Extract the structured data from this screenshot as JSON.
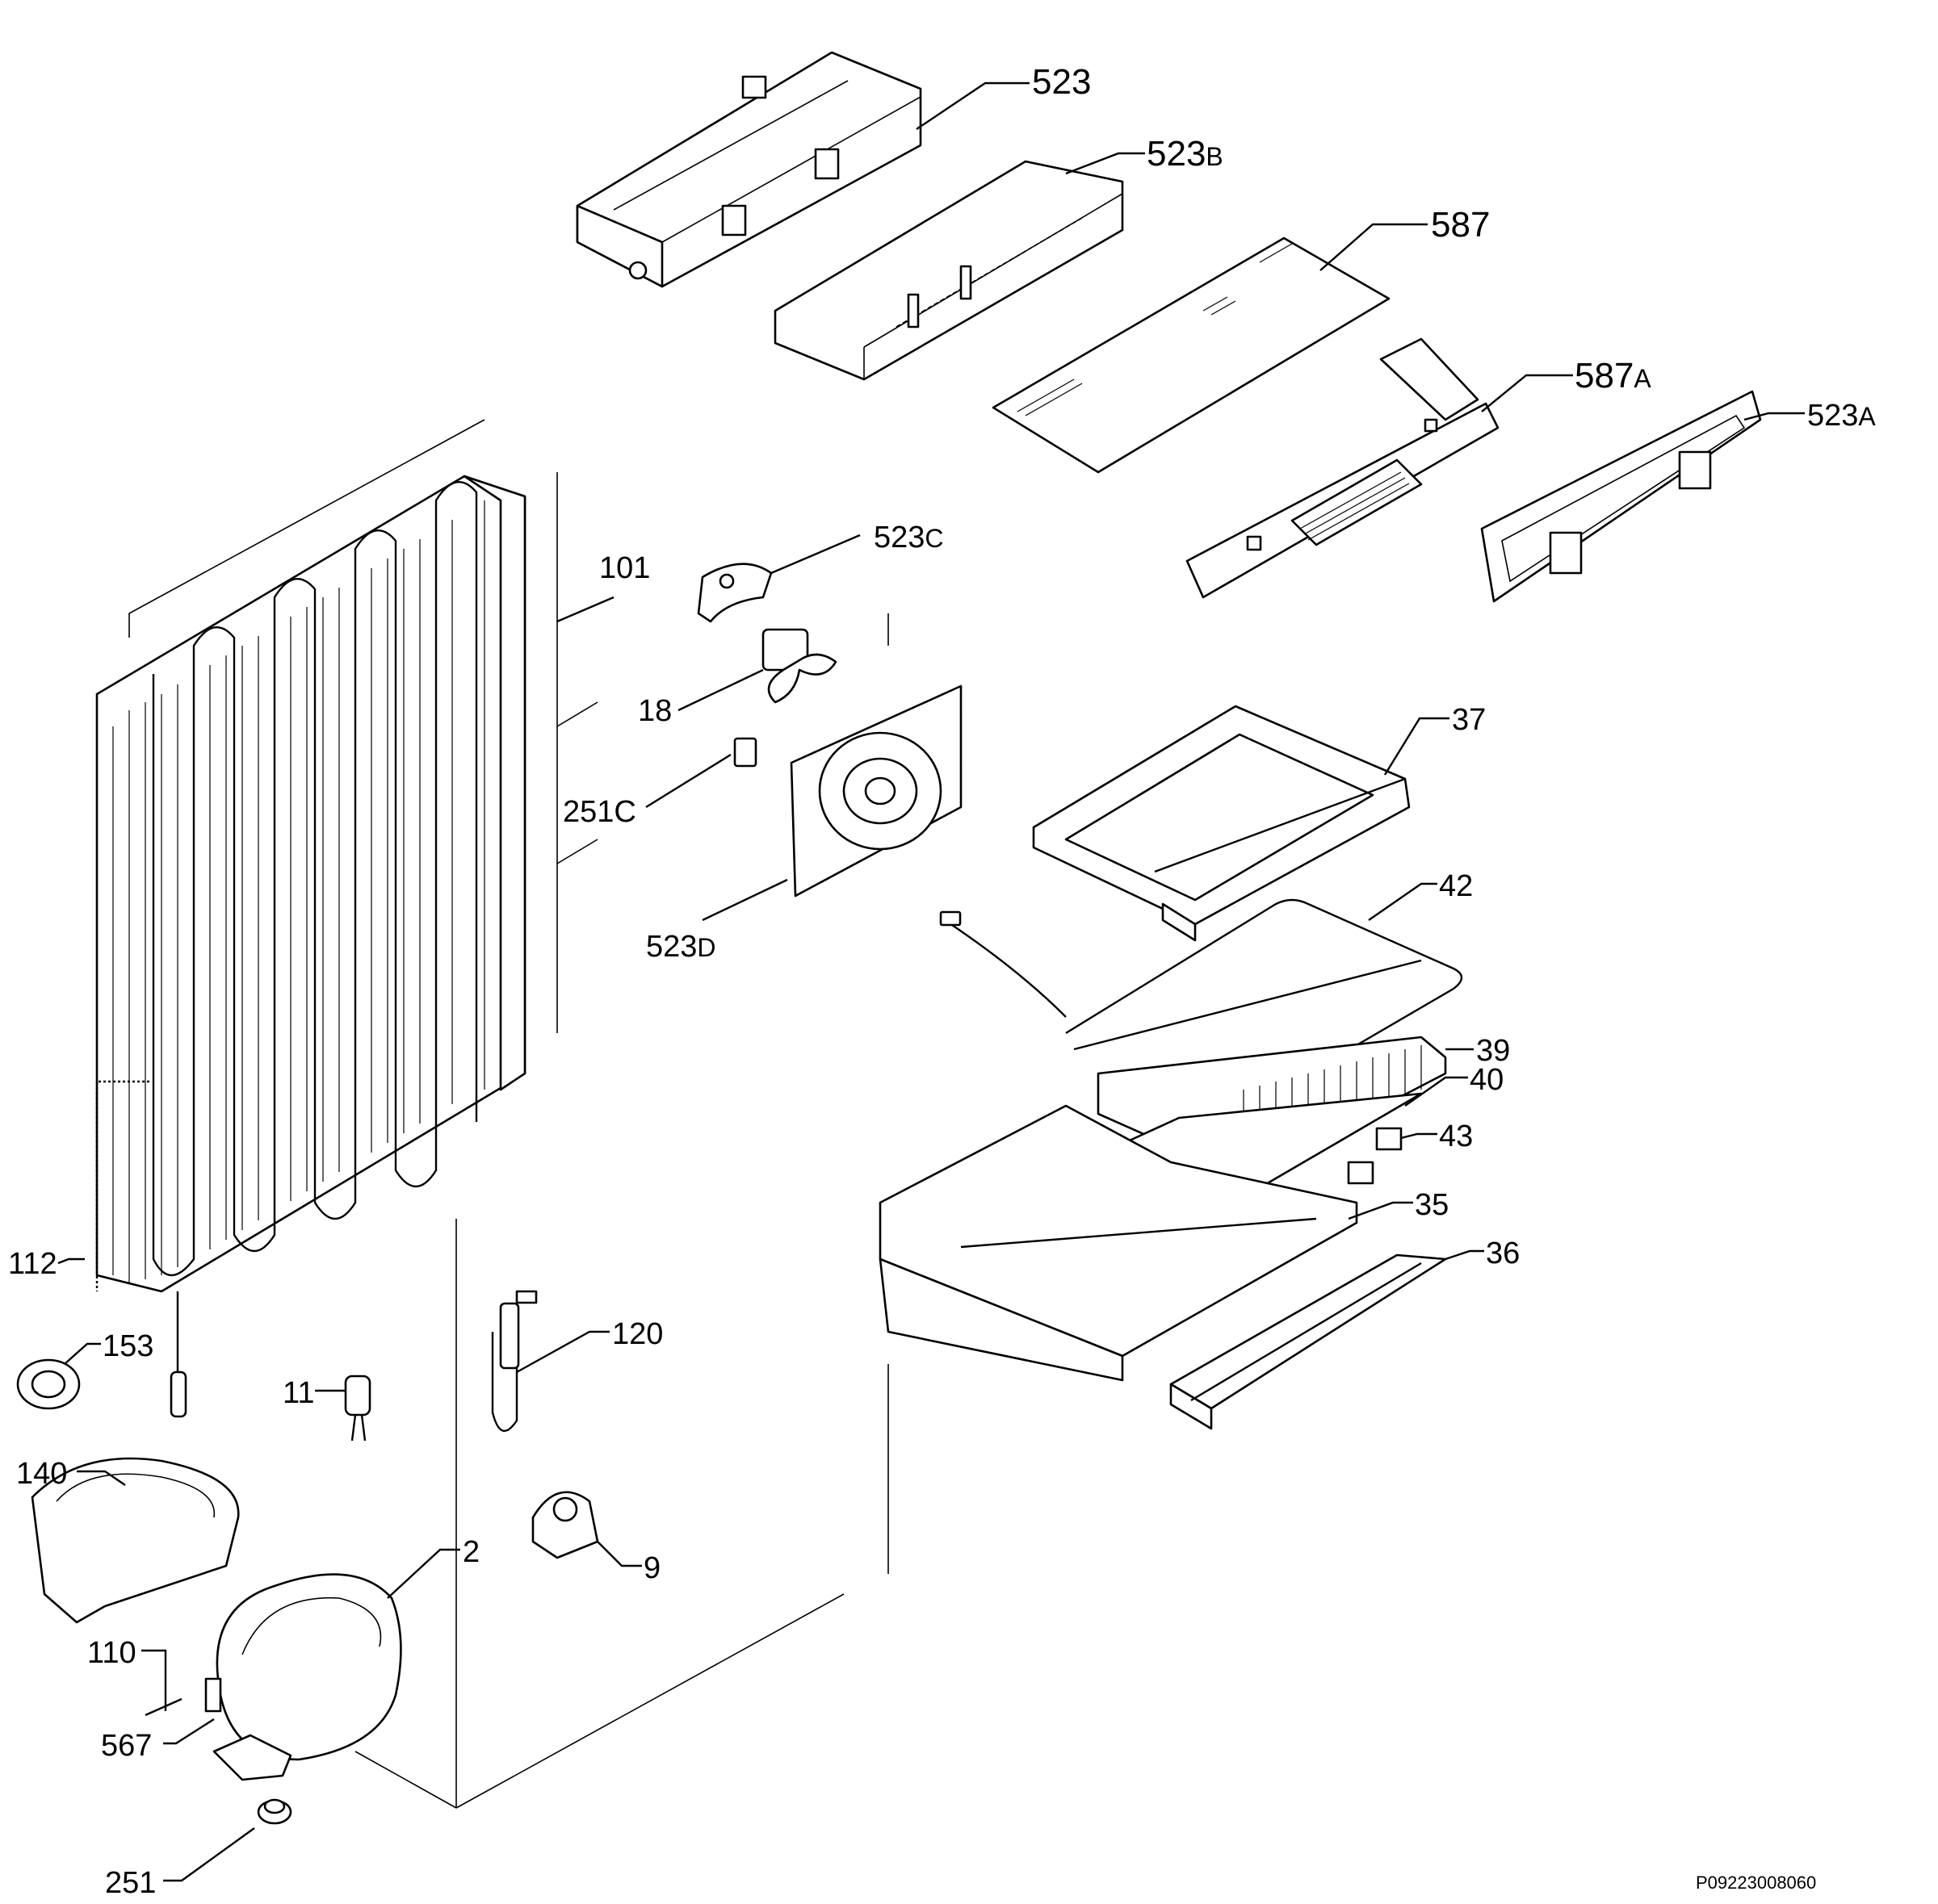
{
  "diagram": {
    "parts": [
      {
        "id": "523",
        "main": "523",
        "sub": ""
      },
      {
        "id": "523B",
        "main": "523",
        "sub": "B"
      },
      {
        "id": "587",
        "main": "587",
        "sub": ""
      },
      {
        "id": "587A",
        "main": "587",
        "sub": "A"
      },
      {
        "id": "523A",
        "main": "523",
        "sub": "A"
      },
      {
        "id": "523C",
        "main": "523",
        "sub": "C"
      },
      {
        "id": "101",
        "main": "101",
        "sub": ""
      },
      {
        "id": "18",
        "main": "18",
        "sub": ""
      },
      {
        "id": "251C",
        "main": "251C",
        "sub": ""
      },
      {
        "id": "523D",
        "main": "523",
        "sub": "D"
      },
      {
        "id": "37",
        "main": "37",
        "sub": ""
      },
      {
        "id": "42",
        "main": "42",
        "sub": ""
      },
      {
        "id": "39",
        "main": "39",
        "sub": ""
      },
      {
        "id": "40",
        "main": "40",
        "sub": ""
      },
      {
        "id": "43",
        "main": "43",
        "sub": ""
      },
      {
        "id": "35",
        "main": "35",
        "sub": ""
      },
      {
        "id": "36",
        "main": "36",
        "sub": ""
      },
      {
        "id": "112",
        "main": "112",
        "sub": ""
      },
      {
        "id": "153",
        "main": "153",
        "sub": ""
      },
      {
        "id": "120",
        "main": "120",
        "sub": ""
      },
      {
        "id": "11",
        "main": "11",
        "sub": ""
      },
      {
        "id": "140",
        "main": "140",
        "sub": ""
      },
      {
        "id": "2",
        "main": "2",
        "sub": ""
      },
      {
        "id": "9",
        "main": "9",
        "sub": ""
      },
      {
        "id": "110",
        "main": "110",
        "sub": ""
      },
      {
        "id": "567",
        "main": "567",
        "sub": ""
      },
      {
        "id": "251",
        "main": "251",
        "sub": ""
      }
    ],
    "reference_code": "P09223008060"
  }
}
